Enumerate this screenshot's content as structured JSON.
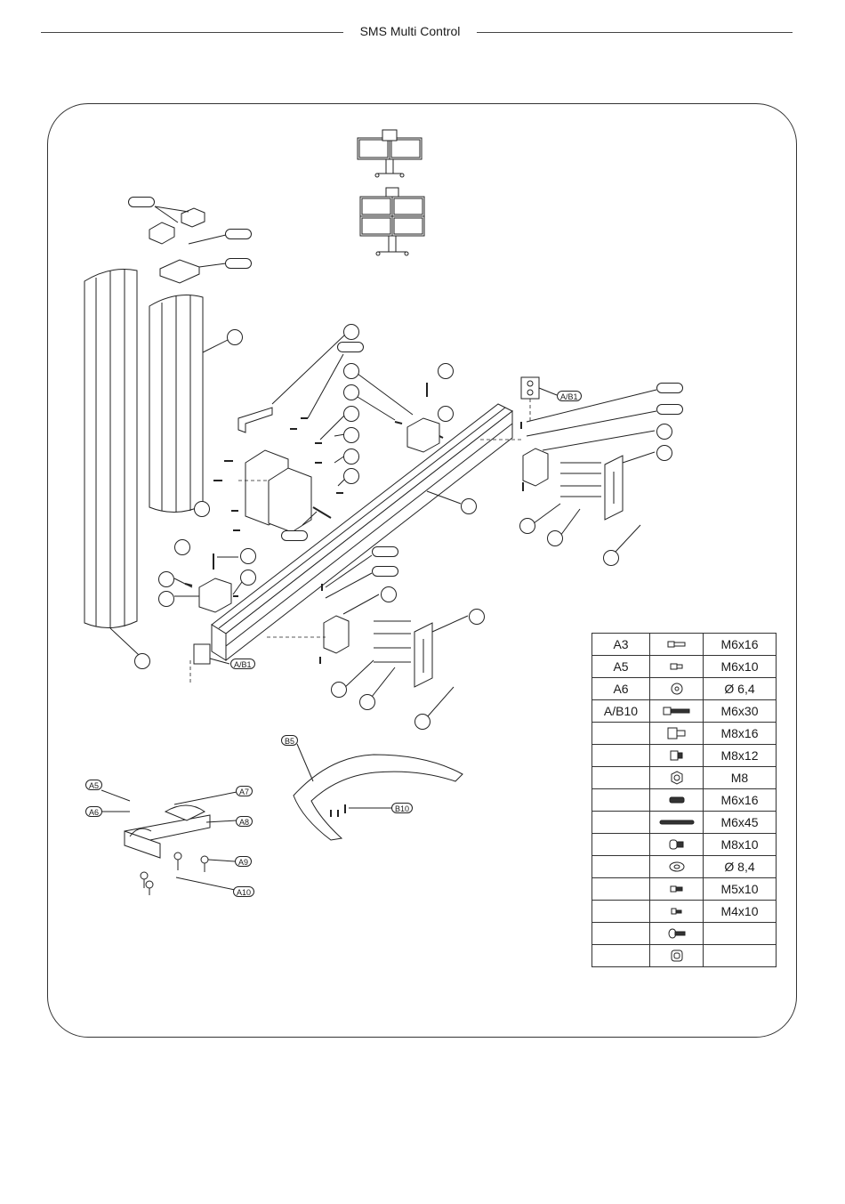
{
  "header": {
    "title": "SMS Multi Control"
  },
  "callouts": {
    "ab1_top": "A/B1",
    "ab1_bottom": "A/B1",
    "a5": "A5",
    "a6": "A6",
    "a7": "A7",
    "a8": "A8",
    "a9": "A9",
    "a10": "A10",
    "b5": "B5",
    "b10": "B10"
  },
  "hardware_table": {
    "rows": [
      {
        "code": "A3",
        "icon": "hex-bolt-icon",
        "size": "M6x16"
      },
      {
        "code": "A5",
        "icon": "short-screw-icon",
        "size": "M6x10"
      },
      {
        "code": "A6",
        "icon": "washer-icon",
        "size": "Ø 6,4"
      },
      {
        "code": "A/B10",
        "icon": "long-screw-icon",
        "size": "M6x30"
      },
      {
        "code": "",
        "icon": "socket-bolt-icon",
        "size": "M8x16"
      },
      {
        "code": "",
        "icon": "socket-screw-icon",
        "size": "M8x12"
      },
      {
        "code": "",
        "icon": "hex-nut-icon",
        "size": "M8"
      },
      {
        "code": "",
        "icon": "set-screw-icon",
        "size": "M6x16"
      },
      {
        "code": "",
        "icon": "threaded-rod-icon",
        "size": "M6x45"
      },
      {
        "code": "",
        "icon": "button-screw-icon",
        "size": "M8x10"
      },
      {
        "code": "",
        "icon": "large-washer-icon",
        "size": "Ø 8,4"
      },
      {
        "code": "",
        "icon": "small-screw-icon",
        "size": "M5x10"
      },
      {
        "code": "",
        "icon": "mini-screw-icon",
        "size": "M4x10"
      },
      {
        "code": "",
        "icon": "pan-screw-icon",
        "size": ""
      },
      {
        "code": "",
        "icon": "spacer-icon",
        "size": ""
      }
    ]
  }
}
